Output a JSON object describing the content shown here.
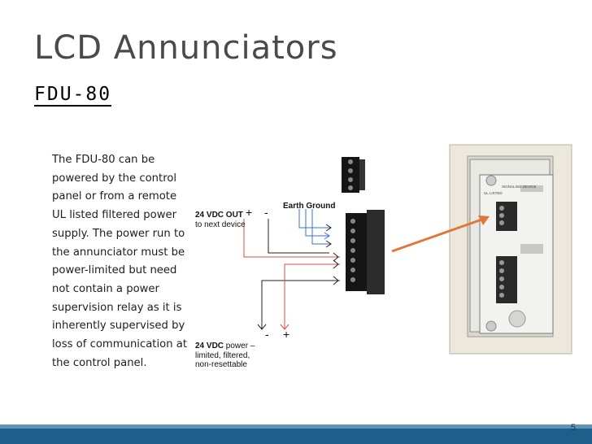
{
  "slide": {
    "title": "LCD Annunciators",
    "subtitle": "FDU-80",
    "body": "The FDU-80 can be powered by the control panel or from a remote UL listed filtered power supply. The power run to the annunciator must be power-limited but need not contain a power supervision relay as it is inherently supervised by loss of communication at the control panel.",
    "page_number": "5"
  },
  "diagram": {
    "earth_ground": "Earth Ground",
    "out_label_bold": "24 VDC OUT",
    "out_label_rest": "to next device",
    "in_label_bold": "24 VDC",
    "in_label_rest": "power – limited, filtered, non-resettable",
    "plus": "+",
    "minus": "-",
    "device_label_1": "SIGNALING DEVICE",
    "device_label_2": "UL LISTED",
    "colors": {
      "red": "#e04a4a",
      "blue": "#3a6fd0",
      "arrow": "#e0773a",
      "bar": "#1f5e8a"
    }
  }
}
